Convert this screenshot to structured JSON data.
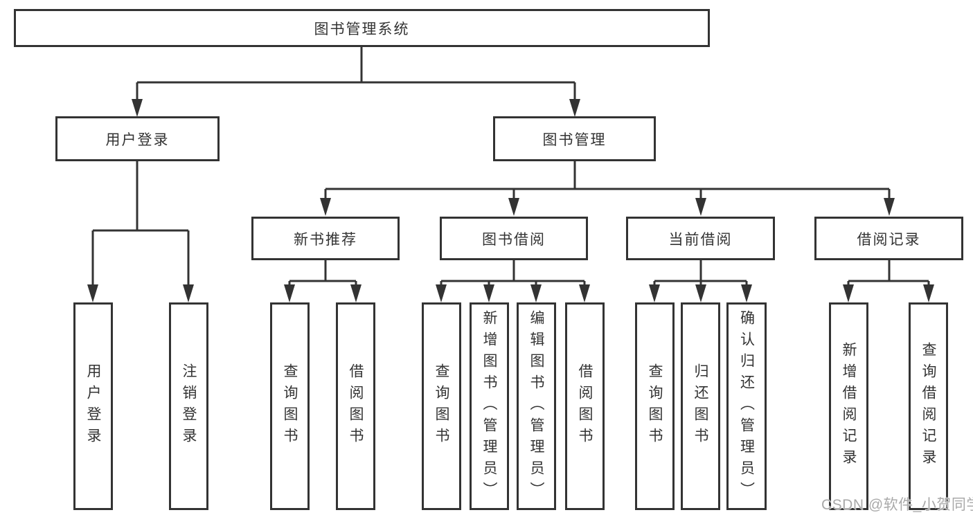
{
  "tree": {
    "root": {
      "label": "图书管理系统"
    },
    "branches": [
      {
        "label": "用户登录",
        "children": [
          {
            "label": "用户登录"
          },
          {
            "label": "注销登录"
          }
        ]
      },
      {
        "label": "图书管理",
        "children": [
          {
            "label": "新书推荐",
            "children": [
              {
                "label": "查询图书"
              },
              {
                "label": "借阅图书"
              }
            ]
          },
          {
            "label": "图书借阅",
            "children": [
              {
                "label": "查询图书"
              },
              {
                "label": "新增图书（管理员）"
              },
              {
                "label": "编辑图书（管理员）"
              },
              {
                "label": "借阅图书"
              }
            ]
          },
          {
            "label": "当前借阅",
            "children": [
              {
                "label": "查询图书"
              },
              {
                "label": "归还图书"
              },
              {
                "label": "确认归还（管理员）"
              }
            ]
          },
          {
            "label": "借阅记录",
            "children": [
              {
                "label": "新增借阅记录"
              },
              {
                "label": "查询借阅记录"
              }
            ]
          }
        ]
      }
    ]
  },
  "watermark": {
    "text": "CSDN @软件_小贺同学"
  },
  "colors": {
    "line": "#333333",
    "text": "#333333",
    "box_background": "#ffffff",
    "watermark": "#a9a9a9"
  }
}
